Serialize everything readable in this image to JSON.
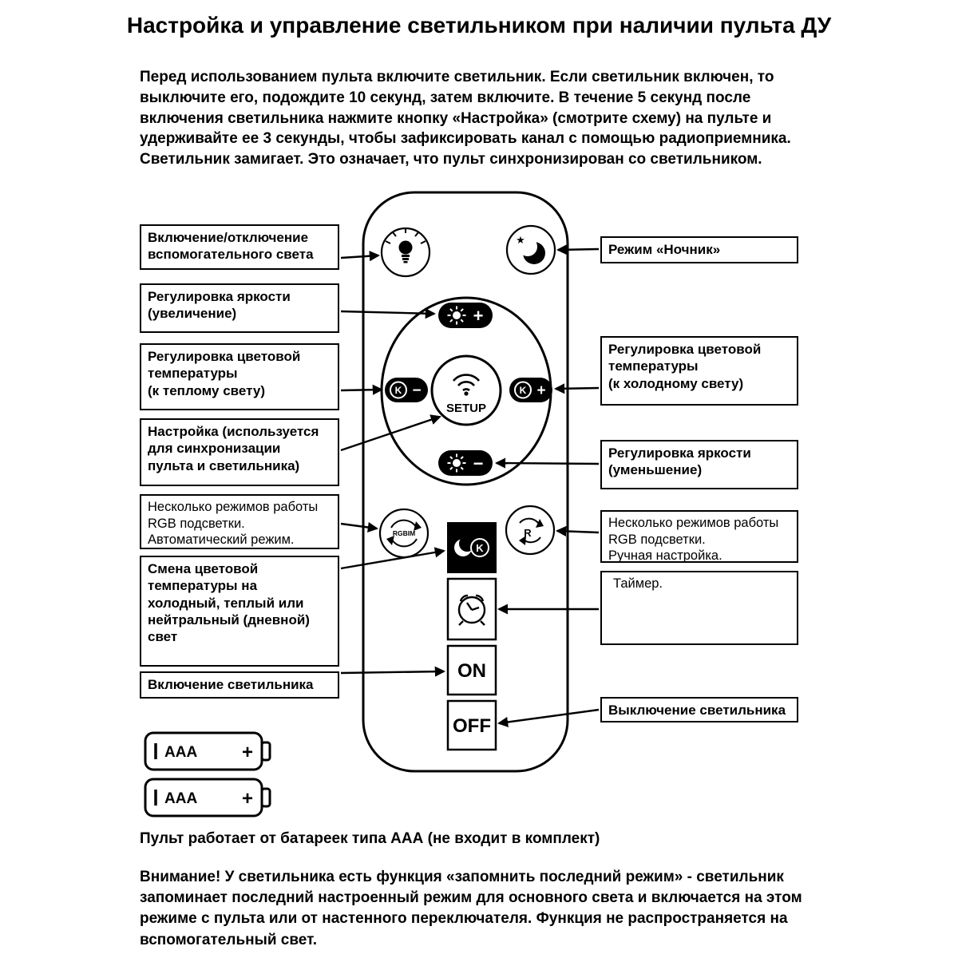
{
  "page": {
    "title": "Настройка и управление светильником при наличии пульта ДУ",
    "intro": "Перед использованием пульта включите светильник. Если светильник включен, то выключите его, подождите 10 секунд, затем включите. В течение 5 секунд после включения светильника нажмите кнопку «Настройка» (смотрите схему) на пульте и удерживайте ее 3 секунды, чтобы зафиксировать канал с помощью радиоприемника. Светильник замигает. Это означает, что пульт синхронизирован со светильником.",
    "battery_note": "Пульт работает от батареек типа ААА (не входит в комплект)",
    "warning": "Внимание! У светильника есть функция «запомнить последний режим» - светильник запоминает последний настроенный режим для основного света и включается на этом режиме с пульта или от настенного переключателя. Функция не распространяется на вспомогательный свет."
  },
  "callouts": {
    "left": [
      {
        "label": "Включение/отключение\nвспомогательного света"
      },
      {
        "label": "Регулировка яркости\n(увеличение)"
      },
      {
        "label": "Регулировка цветовой\nтемпературы\n(к теплому свету)"
      },
      {
        "label": "Настройка (используется\nдля синхронизации\nпульта и светильника)"
      },
      {
        "label": "Несколько режимов работы\nRGB подсветки.\nАвтоматический режим."
      },
      {
        "label": "Смена цветовой\nтемпературы на\nхолодный, теплый или\nнейтральный (дневной)\nсвет"
      },
      {
        "label": "Включение светильника"
      }
    ],
    "right": [
      {
        "label": "Режим «Ночник»"
      },
      {
        "label": "Регулировка цветовой\nтемпературы\n(к холодному свету)"
      },
      {
        "label": "Регулировка яркости\n(уменьшение)"
      },
      {
        "label": "Несколько режимов работы\nRGB подсветки.\nРучная настройка."
      },
      {
        "label": "Таймер."
      },
      {
        "label": "Выключение светильника"
      }
    ]
  },
  "remote": {
    "setup_label": "SETUP",
    "rgb_label": "RGBIM",
    "r_label": "R",
    "k_label": "K",
    "plus_sign": "+",
    "minus_sign": "−",
    "on_label": "ON",
    "off_label": "OFF",
    "star": "★"
  },
  "batteries": [
    {
      "type": "AAA",
      "plus": "+"
    },
    {
      "type": "AAA",
      "plus": "+"
    }
  ]
}
